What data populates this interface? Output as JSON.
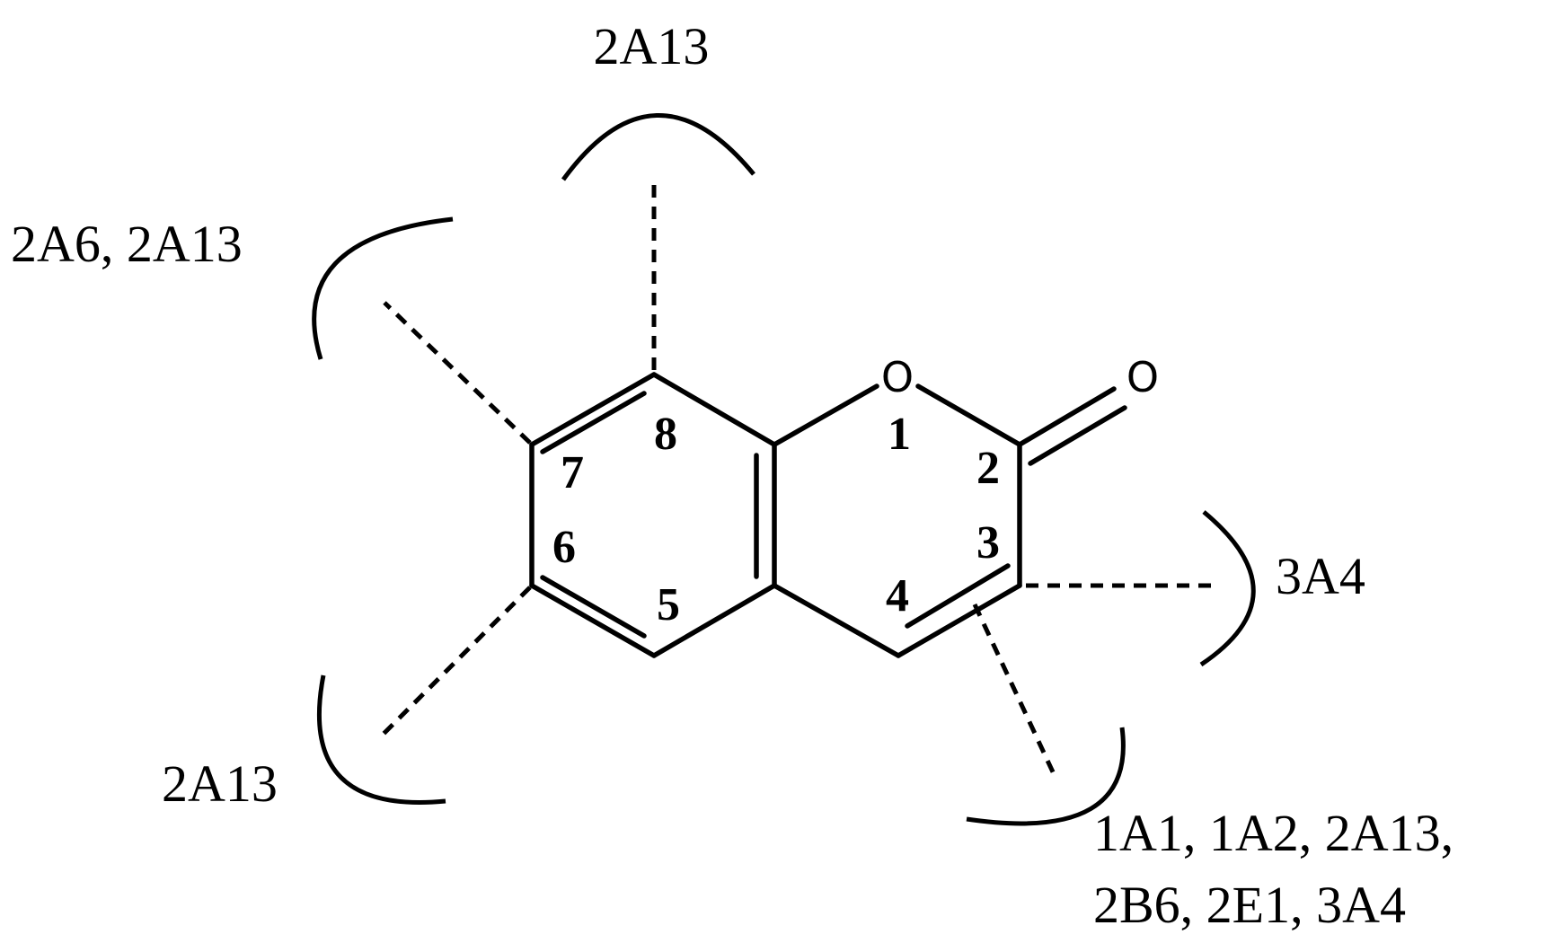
{
  "atoms": {
    "ring_oxygen": "O",
    "carbonyl_oxygen": "O"
  },
  "positions": {
    "p1": "1",
    "p2": "2",
    "p3": "3",
    "p4": "4",
    "p5": "5",
    "p6": "6",
    "p7": "7",
    "p8": "8"
  },
  "enzymes": {
    "position_8": "2A13",
    "position_7": "2A6, 2A13",
    "position_6": "2A13",
    "position_3": "3A4",
    "position_4_line1": "1A1, 1A2, 2A13,",
    "position_4_line2": "2B6, 2E1, 3A4"
  }
}
